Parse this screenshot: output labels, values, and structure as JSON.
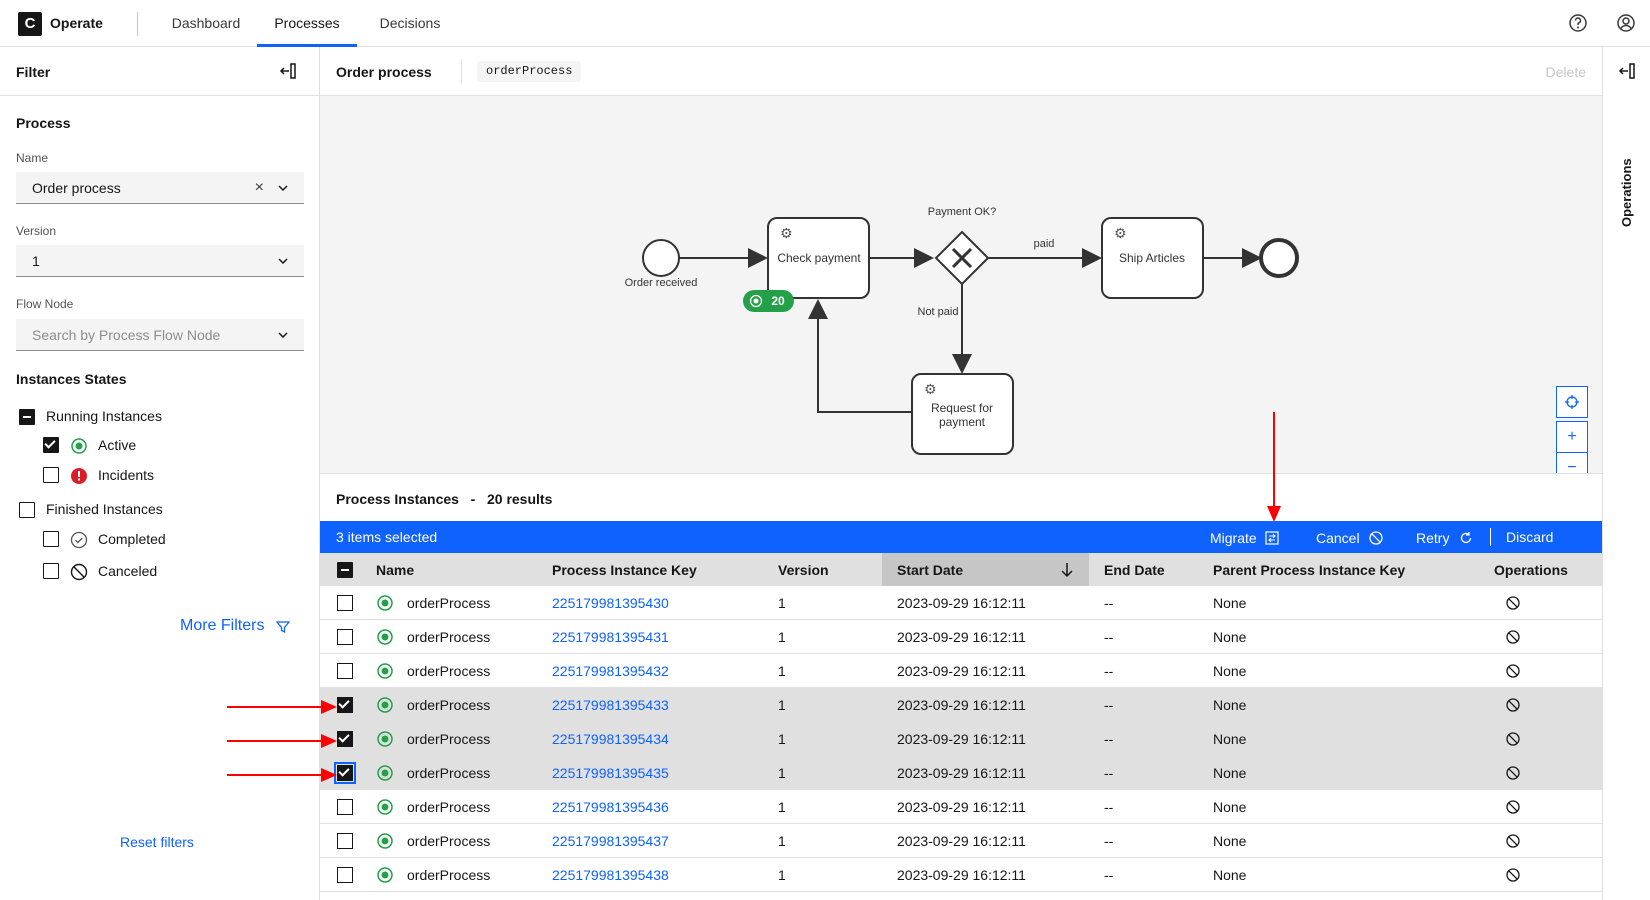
{
  "topbar": {
    "logo_letter": "C",
    "app_name": "Operate",
    "tabs": [
      {
        "label": "Dashboard"
      },
      {
        "label": "Processes"
      },
      {
        "label": "Decisions"
      }
    ]
  },
  "filter": {
    "title": "Filter",
    "process_section": "Process",
    "name_label": "Name",
    "name_value": "Order process",
    "version_label": "Version",
    "version_value": "1",
    "flow_node_label": "Flow Node",
    "flow_node_placeholder": "Search by Process Flow Node",
    "states_title": "Instances States",
    "running": "Running Instances",
    "active": "Active",
    "incidents": "Incidents",
    "finished": "Finished Instances",
    "completed": "Completed",
    "canceled": "Canceled",
    "more_filters": "More Filters",
    "reset": "Reset filters"
  },
  "process_header": {
    "name": "Order process",
    "id": "orderProcess",
    "delete_label": "Delete"
  },
  "diagram": {
    "start_label": "Order received",
    "check_payment": "Check payment",
    "badge_count": "20",
    "gateway_label": "Payment OK?",
    "paid_label": "paid",
    "not_paid_label": "Not paid",
    "ship_articles": "Ship Articles",
    "request_line1": "Request for",
    "request_line2": "payment"
  },
  "operations_label": "Operations",
  "instances": {
    "title": "Process Instances",
    "dash": "-",
    "count": "20 results",
    "selected_text": "3 items selected",
    "migrate": "Migrate",
    "cancel": "Cancel",
    "retry": "Retry",
    "discard": "Discard",
    "columns": {
      "name": "Name",
      "key": "Process Instance Key",
      "version": "Version",
      "start": "Start Date",
      "end": "End Date",
      "parent": "Parent Process Instance Key",
      "ops": "Operations"
    },
    "rows": [
      {
        "name": "orderProcess",
        "key": "225179981395430",
        "version": "1",
        "start": "2023-09-29 16:12:11",
        "end": "--",
        "parent": "None"
      },
      {
        "name": "orderProcess",
        "key": "225179981395431",
        "version": "1",
        "start": "2023-09-29 16:12:11",
        "end": "--",
        "parent": "None"
      },
      {
        "name": "orderProcess",
        "key": "225179981395432",
        "version": "1",
        "start": "2023-09-29 16:12:11",
        "end": "--",
        "parent": "None"
      },
      {
        "name": "orderProcess",
        "key": "225179981395433",
        "version": "1",
        "start": "2023-09-29 16:12:11",
        "end": "--",
        "parent": "None"
      },
      {
        "name": "orderProcess",
        "key": "225179981395434",
        "version": "1",
        "start": "2023-09-29 16:12:11",
        "end": "--",
        "parent": "None"
      },
      {
        "name": "orderProcess",
        "key": "225179981395435",
        "version": "1",
        "start": "2023-09-29 16:12:11",
        "end": "--",
        "parent": "None"
      },
      {
        "name": "orderProcess",
        "key": "225179981395436",
        "version": "1",
        "start": "2023-09-29 16:12:11",
        "end": "--",
        "parent": "None"
      },
      {
        "name": "orderProcess",
        "key": "225179981395437",
        "version": "1",
        "start": "2023-09-29 16:12:11",
        "end": "--",
        "parent": "None"
      },
      {
        "name": "orderProcess",
        "key": "225179981395438",
        "version": "1",
        "start": "2023-09-29 16:12:11",
        "end": "--",
        "parent": "None"
      }
    ]
  },
  "colors": {
    "accent": "#0f62fe",
    "active_green": "#24a148",
    "incident_red": "#da1e28",
    "annotation_red": "#ff0000"
  }
}
